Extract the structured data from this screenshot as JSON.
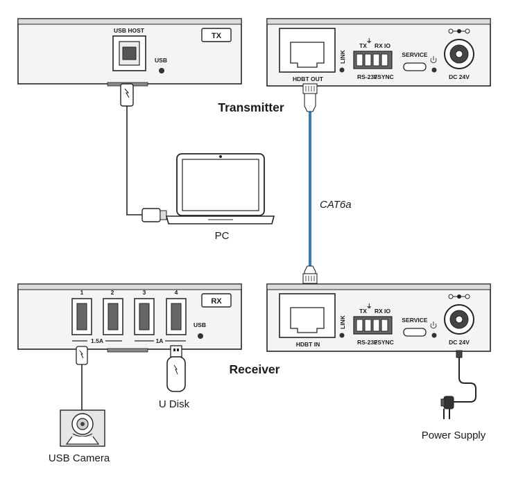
{
  "tx_unit": {
    "badge": "TX",
    "usb_host_label": "USB HOST",
    "usb_label": "USB"
  },
  "rx_unit": {
    "badge": "RX",
    "port_numbers": [
      "1",
      "2",
      "3",
      "4"
    ],
    "current_left": "1.5A",
    "current_right": "1A",
    "usb_label": "USB"
  },
  "transmitter_panel": {
    "hdbt_label": "HDBT OUT",
    "link_label": "LINK",
    "tx_label": "TX",
    "rx_label": "RX",
    "io_label": "IO",
    "rs232_label": "RS-232",
    "fsync_label": "FSYNC",
    "service_label": "SERVICE",
    "dc_label": "DC 24V"
  },
  "receiver_panel": {
    "hdbt_label": "HDBT IN",
    "link_label": "LINK",
    "tx_label": "TX",
    "rx_label": "RX",
    "io_label": "IO",
    "rs232_label": "RS-232",
    "fsync_label": "FSYNC",
    "service_label": "SERVICE",
    "dc_label": "DC 24V"
  },
  "labels": {
    "transmitter": "Transmitter",
    "receiver": "Receiver",
    "pc": "PC",
    "cable": "CAT6a",
    "u_disk": "U Disk",
    "usb_camera": "USB Camera",
    "power_supply": "Power Supply"
  },
  "colors": {
    "cable_blue": "#2f7fc1",
    "panel_fill": "#f4f4f4",
    "outline": "#222222"
  },
  "icons": [
    "usb-icon",
    "power-icon",
    "ethernet-port-icon",
    "rj45-connector-icon",
    "laptop-icon",
    "webcam-icon",
    "power-plug-icon",
    "usb-flash-drive-icon"
  ]
}
